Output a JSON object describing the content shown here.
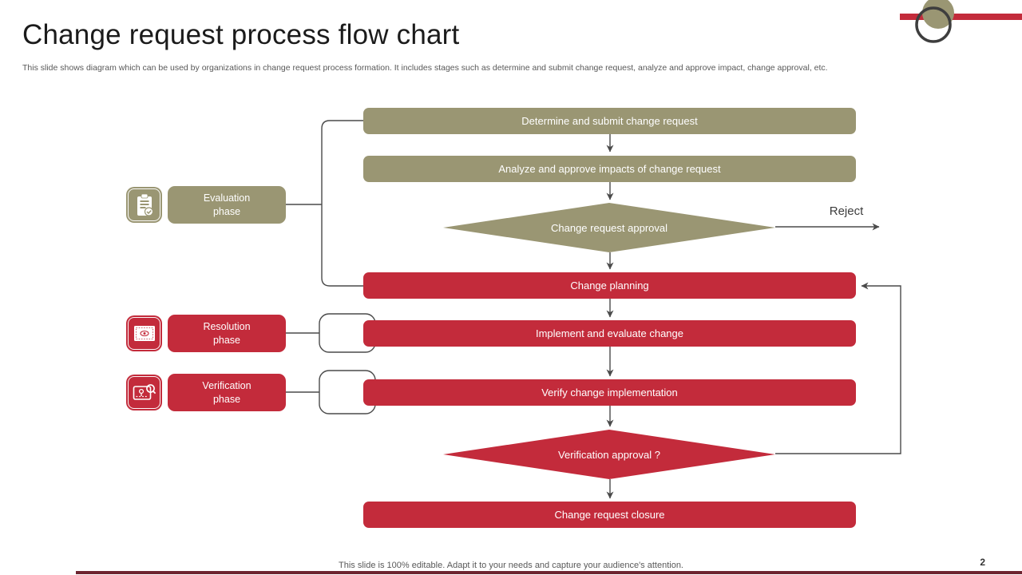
{
  "slide": {
    "title": "Change request process flow chart",
    "subtitle": "This slide shows diagram which can be used by organizations in change request process formation. It includes stages such as determine and submit change request, analyze and approve impact, change approval, etc.",
    "footer_note": "This slide is 100% editable.  Adapt it to your needs and capture your audience's attention.",
    "page_number": "2"
  },
  "colors": {
    "olive": "#9A9673",
    "red": "#C32B3B",
    "connector": "#4A4A4A",
    "bottom_bar": "#6E2430"
  },
  "diagram": {
    "nodes": [
      {
        "id": "determine",
        "type": "process",
        "color": "olive",
        "label": "Determine and submit change request"
      },
      {
        "id": "analyze",
        "type": "process",
        "color": "olive",
        "label": "Analyze and approve impacts of change request"
      },
      {
        "id": "approval",
        "type": "decision",
        "color": "olive",
        "label": "Change request approval"
      },
      {
        "id": "planning",
        "type": "process",
        "color": "red",
        "label": "Change planning"
      },
      {
        "id": "implement",
        "type": "process",
        "color": "red",
        "label": "Implement and evaluate change"
      },
      {
        "id": "verify",
        "type": "process",
        "color": "red",
        "label": "Verify change implementation"
      },
      {
        "id": "verification_approval",
        "type": "decision",
        "color": "red",
        "label": "Verification approval ?"
      },
      {
        "id": "closure",
        "type": "process",
        "color": "red",
        "label": "Change request closure"
      }
    ],
    "reject_label": "Reject",
    "phases": [
      {
        "label": "Evaluation\nphase",
        "icon": "clipboard-check-icon",
        "color": "olive"
      },
      {
        "label": "Resolution\nphase",
        "icon": "monitor-eye-icon",
        "color": "red"
      },
      {
        "label": "Verification\nphase",
        "icon": "board-search-icon",
        "color": "red"
      }
    ]
  }
}
